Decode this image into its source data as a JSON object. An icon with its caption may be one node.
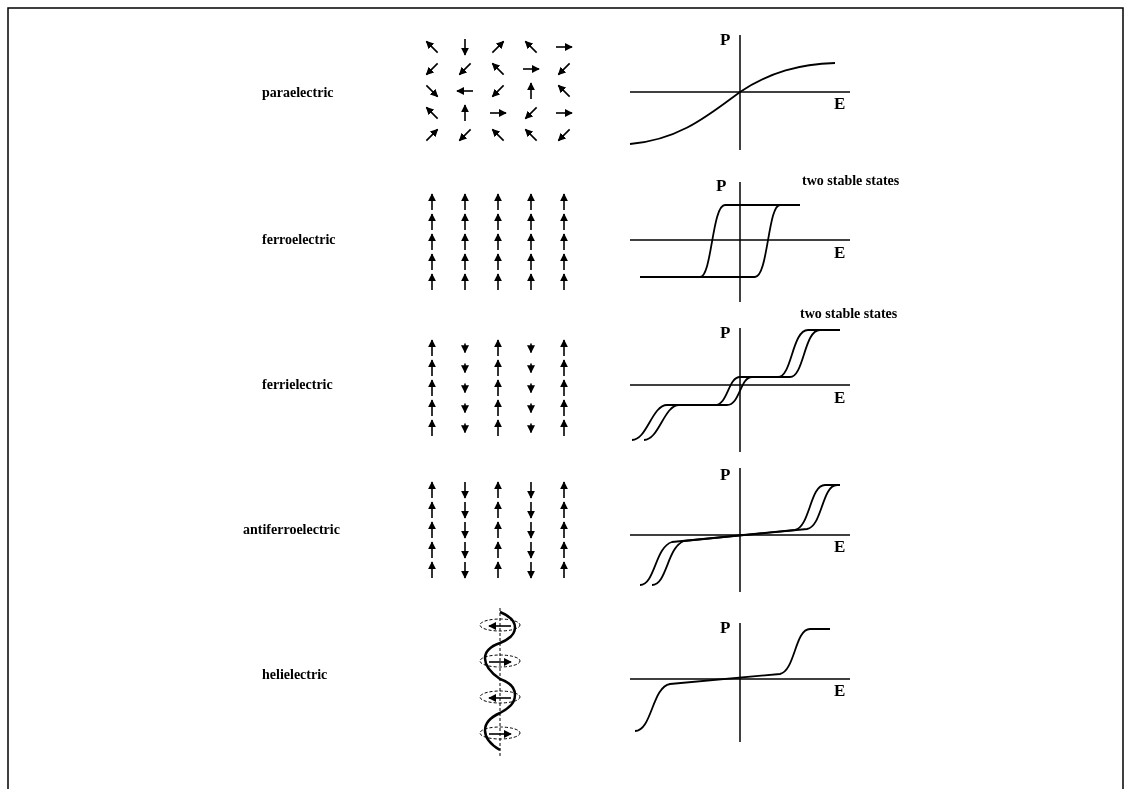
{
  "diagram": {
    "labels": [
      "paraelectric",
      "P",
      "E",
      "two stable states",
      "ferroelectric",
      "P",
      "E",
      "two stable states",
      "ferrielectric",
      "P",
      "E",
      "antiferroelectric",
      "P",
      "E",
      "helielectric",
      "P",
      "E"
    ]
  }
}
